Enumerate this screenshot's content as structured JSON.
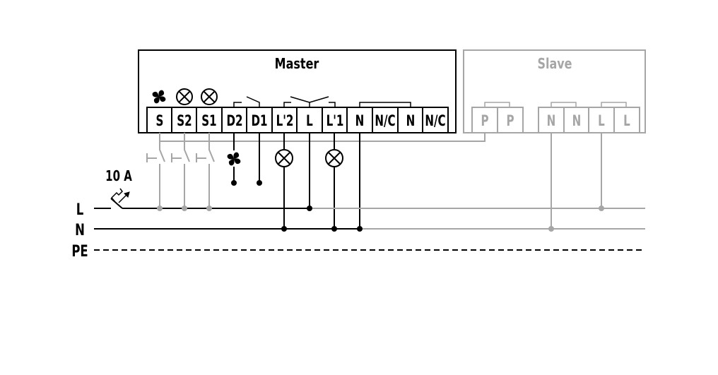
{
  "master": {
    "title": "Master",
    "terminals": [
      "S",
      "S2",
      "S1",
      "D2",
      "D1",
      "L'2",
      "L",
      "L'1",
      "N",
      "N/C",
      "N",
      "N/C"
    ]
  },
  "slave": {
    "title": "Slave",
    "terminals": [
      "P",
      "P",
      "N",
      "N",
      "L",
      "L"
    ]
  },
  "breaker": {
    "rating": "10 A"
  },
  "lines": {
    "L": "L",
    "N": "N",
    "PE": "PE"
  },
  "colors": {
    "master": "#000000",
    "slave": "#a6a6a6"
  }
}
